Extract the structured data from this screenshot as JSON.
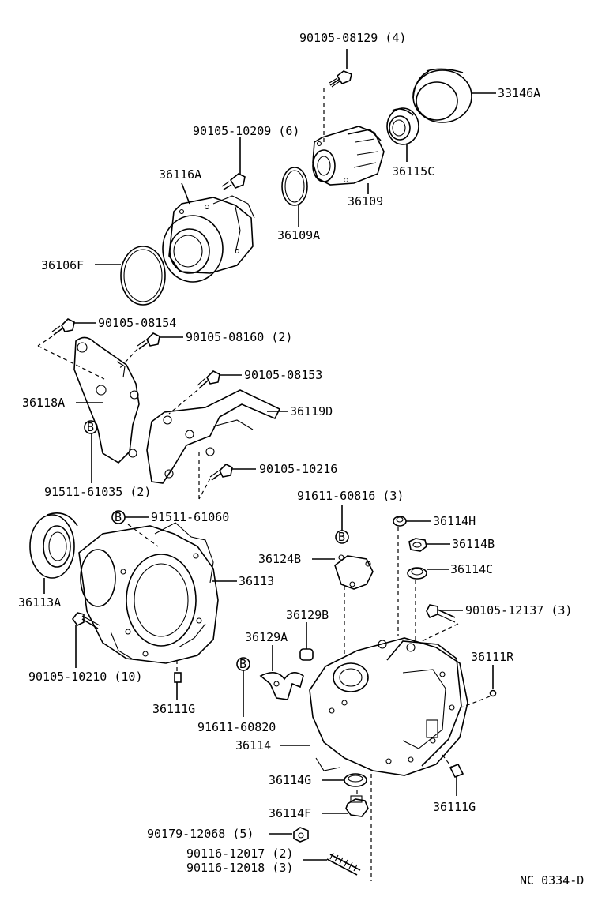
{
  "diagram": {
    "code": "NC 0334-D",
    "marker_letter": "B",
    "labels": {
      "l_9010508129": "90105-08129 (4)",
      "l_33146A": "33146A",
      "l_9010510209": "90105-10209 (6)",
      "l_36116A": "36116A",
      "l_36115C": "36115C",
      "l_36109": "36109",
      "l_36109A": "36109A",
      "l_36106F": "36106F",
      "l_9010508154": "90105-08154",
      "l_9010508160": "90105-08160 (2)",
      "l_9010508153": "90105-08153",
      "l_36118A": "36118A",
      "l_36119D": "36119D",
      "l_9010510216": "90105-10216",
      "l_9151161035": "91511-61035 (2)",
      "l_9161160816": "91611-60816 (3)",
      "l_9151161060": "91511-61060",
      "l_36114H": "36114H",
      "l_36114B": "36114B",
      "l_36124B": "36124B",
      "l_36114C": "36114C",
      "l_36113": "36113",
      "l_36113A": "36113A",
      "l_9010512137": "90105-12137 (3)",
      "l_36129B": "36129B",
      "l_36129A": "36129A",
      "l_36111R": "36111R",
      "l_9010510210": "90105-10210 (10)",
      "l_36111G_a": "36111G",
      "l_9161160820": "91611-60820",
      "l_36114": "36114",
      "l_36114G": "36114G",
      "l_36111G_b": "36111G",
      "l_36114F": "36114F",
      "l_9017912068": "90179-12068 (5)",
      "l_9011612017": "90116-12017 (2)",
      "l_9011612018": "90116-12018 (3)"
    }
  }
}
